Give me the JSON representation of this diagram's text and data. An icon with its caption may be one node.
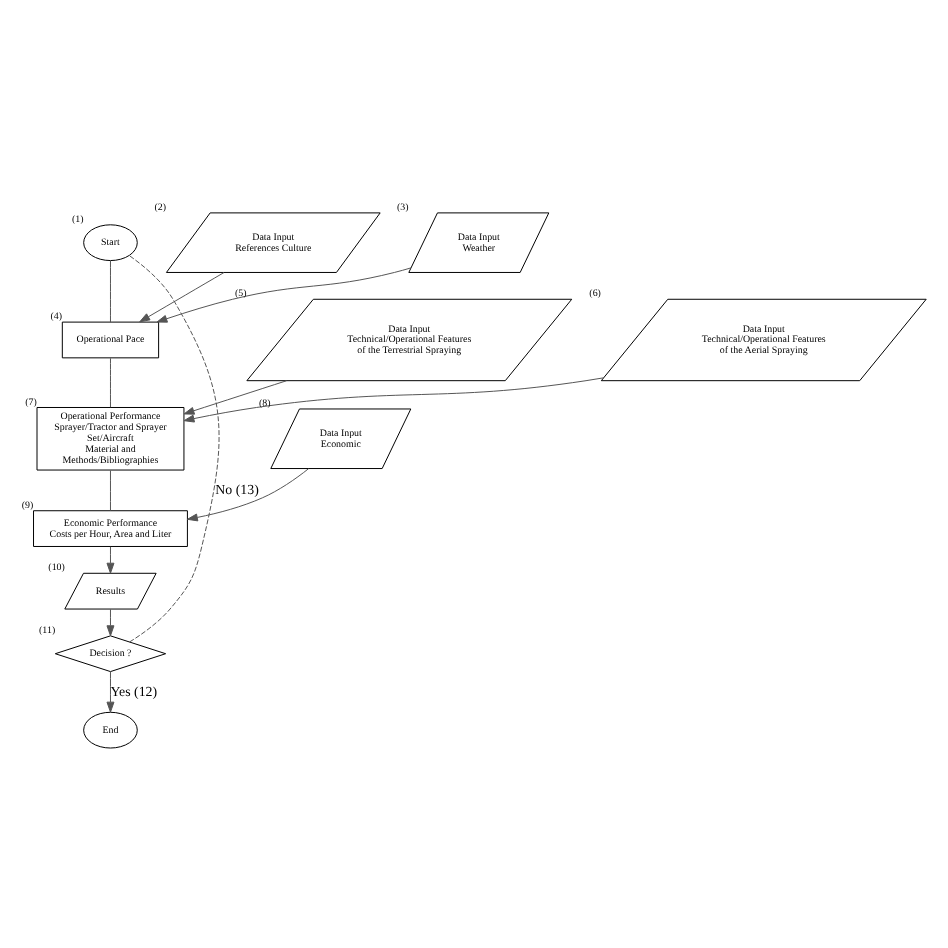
{
  "diagram": {
    "nodes": [
      {
        "text": [
          "Start"
        ],
        "beside": [
          "(1)"
        ]
      },
      {
        "text": [
          "Data Input",
          "References Culture"
        ],
        "beside": [
          "(2)"
        ]
      },
      {
        "text": [
          "Data Input",
          "Weather"
        ],
        "beside": [
          "(3)"
        ]
      },
      {
        "text": [
          "Operational Pace"
        ],
        "beside": [
          "(4)"
        ]
      },
      {
        "text": [
          "Data Input",
          "Technical/Operational Features of the Terrestrial Spraying"
        ],
        "beside": [
          "(5)"
        ]
      },
      {
        "text": [
          "Data Input",
          "Technical/Operational Features of the Aerial Spraying"
        ],
        "beside": [
          "(6)"
        ]
      },
      {
        "text": [
          "Operational Performance",
          "Sprayer/Tractor and Sprayer Set/Aircraft",
          "Material and Methods/Bibliographies"
        ],
        "beside": [
          "(7)"
        ]
      },
      {
        "text": [
          "Data Input",
          "Economic"
        ],
        "beside": [
          "(8)"
        ]
      },
      {
        "text": [
          "Economic Performance",
          "Costs per Hour, Area and Liter"
        ],
        "beside": [
          "(9)"
        ]
      },
      {
        "text": [
          "Results"
        ],
        "beside": [
          "(10)"
        ]
      },
      {
        "text": [
          "Decision ?"
        ],
        "beside": [
          "(11)"
        ]
      },
      {
        "text": [
          "End"
        ]
      }
    ],
    "edges": [
      {
        "from": 0,
        "to": 3,
        "arrow": "none"
      },
      {
        "from": 1,
        "to": 3,
        "arrow": "to"
      },
      {
        "from": 2,
        "to": 3,
        "arrow": "to"
      },
      {
        "from": 3,
        "to": 6,
        "arrow": "none"
      },
      {
        "from": 4,
        "to": 6,
        "arrow": "to"
      },
      {
        "from": 5,
        "to": 6,
        "arrow": "to"
      },
      {
        "from": 6,
        "to": 8,
        "arrow": "none"
      },
      {
        "from": 7,
        "to": 8,
        "arrow": "to"
      },
      {
        "from": 8,
        "to": 9,
        "arrow": "to"
      },
      {
        "from": 9,
        "to": 10,
        "arrow": "to"
      },
      {
        "from": 10,
        "to": 11,
        "arrow": "to",
        "label": "Yes (12)"
      },
      {
        "from": 10,
        "to": 0,
        "arrow": "none",
        "label": "No (13)",
        "style": "dashed"
      }
    ]
  }
}
